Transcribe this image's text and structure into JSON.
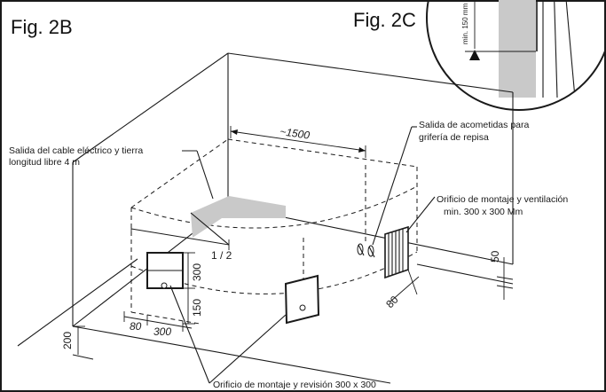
{
  "figures": {
    "fig_2b": "Fig. 2B",
    "fig_2c": "Fig. 2C"
  },
  "inset": {
    "min_label": "min. 150 mm"
  },
  "labels": {
    "cable_line1": "Salida del cable eléctrico y tierra",
    "cable_line2": "longitud libre 4 m",
    "supply_line1": "Salida de acometidas para",
    "supply_line2": "grifería de repisa",
    "vent_line1": "Orificio de montaje y ventilación",
    "vent_line2": "min. 300 x 300 Mm",
    "revision": "Orificio de montaje y revisión  300 x 300"
  },
  "dimensions": {
    "d1500": "~1500",
    "half": "1 / 2",
    "d300_vertical": "300",
    "d150": "150",
    "d80_bottom": "80",
    "d300_bottom": "300",
    "d200": "200",
    "d50": "50",
    "d80_right": "80"
  },
  "colors": {
    "line": "#1a1a1a",
    "shade": "#c9c9c9",
    "background": "#ffffff"
  }
}
